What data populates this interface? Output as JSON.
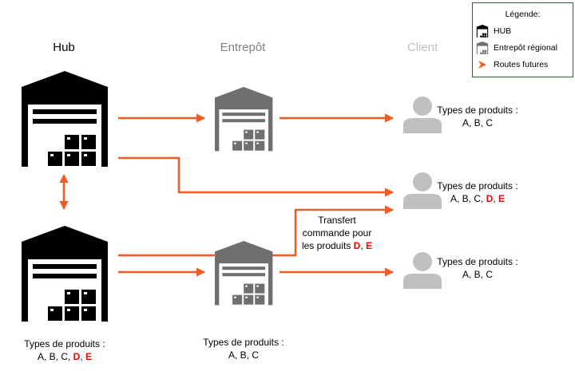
{
  "columns": {
    "hub": "Hub",
    "warehouse": "Entrepôt",
    "client": "Client"
  },
  "legend": {
    "title": "Légende:",
    "items": [
      {
        "icon": "hub-warehouse-icon",
        "label": "HUB"
      },
      {
        "icon": "regional-warehouse-icon",
        "label": "Entrepôt régional"
      },
      {
        "icon": "orange-arrow-icon",
        "label": "Routes futures"
      }
    ]
  },
  "colors": {
    "route": "#f05a24",
    "hub": "#000000",
    "warehouse": "#706e6e",
    "client": "#c0c0c0",
    "highlight": "#ff0000"
  },
  "hub_products": {
    "label": "Types de produits :",
    "base": "A, B, C, ",
    "hl1": "D",
    "sep": ", ",
    "hl2": "E"
  },
  "warehouse_products": {
    "label": "Types de produits :",
    "value": "A, B, C"
  },
  "clients": [
    {
      "label": "Types de produits :",
      "value": "A, B, C"
    },
    {
      "label": "Types de produits :",
      "base": "A, B, C, ",
      "hl1": "D",
      "sep": ", ",
      "hl2": "E"
    },
    {
      "label": "Types de produits :",
      "value": "A, B, C"
    }
  ],
  "transfer_note": {
    "line1": "Transfert",
    "line2": "commande pour",
    "line3_prefix": "les produits ",
    "hl1": "D",
    "sep": ", ",
    "hl2": "E"
  }
}
